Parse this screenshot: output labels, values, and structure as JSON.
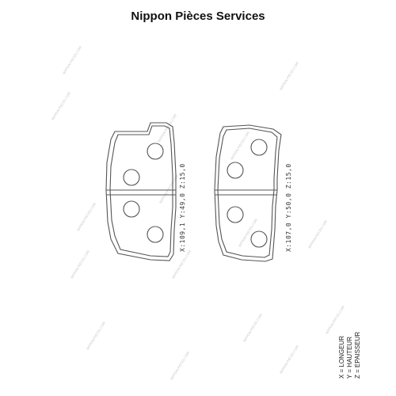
{
  "header": {
    "title": "Nippon Pièces Services"
  },
  "pads": [
    {
      "dimensions": "X:109,1  Y:49,0  Z:15,0"
    },
    {
      "dimensions": "X:107,0  Y:50,0  Z:15,0"
    }
  ],
  "legend": {
    "x": "X = LONGEUR",
    "y": "Y = HAUTEUR",
    "z": "Z = EPAISSEUR"
  },
  "watermark": "NIPPON-PIECES.COM",
  "colors": {
    "line": "#555555",
    "text": "#111111",
    "watermark": "#c9c9c9"
  }
}
